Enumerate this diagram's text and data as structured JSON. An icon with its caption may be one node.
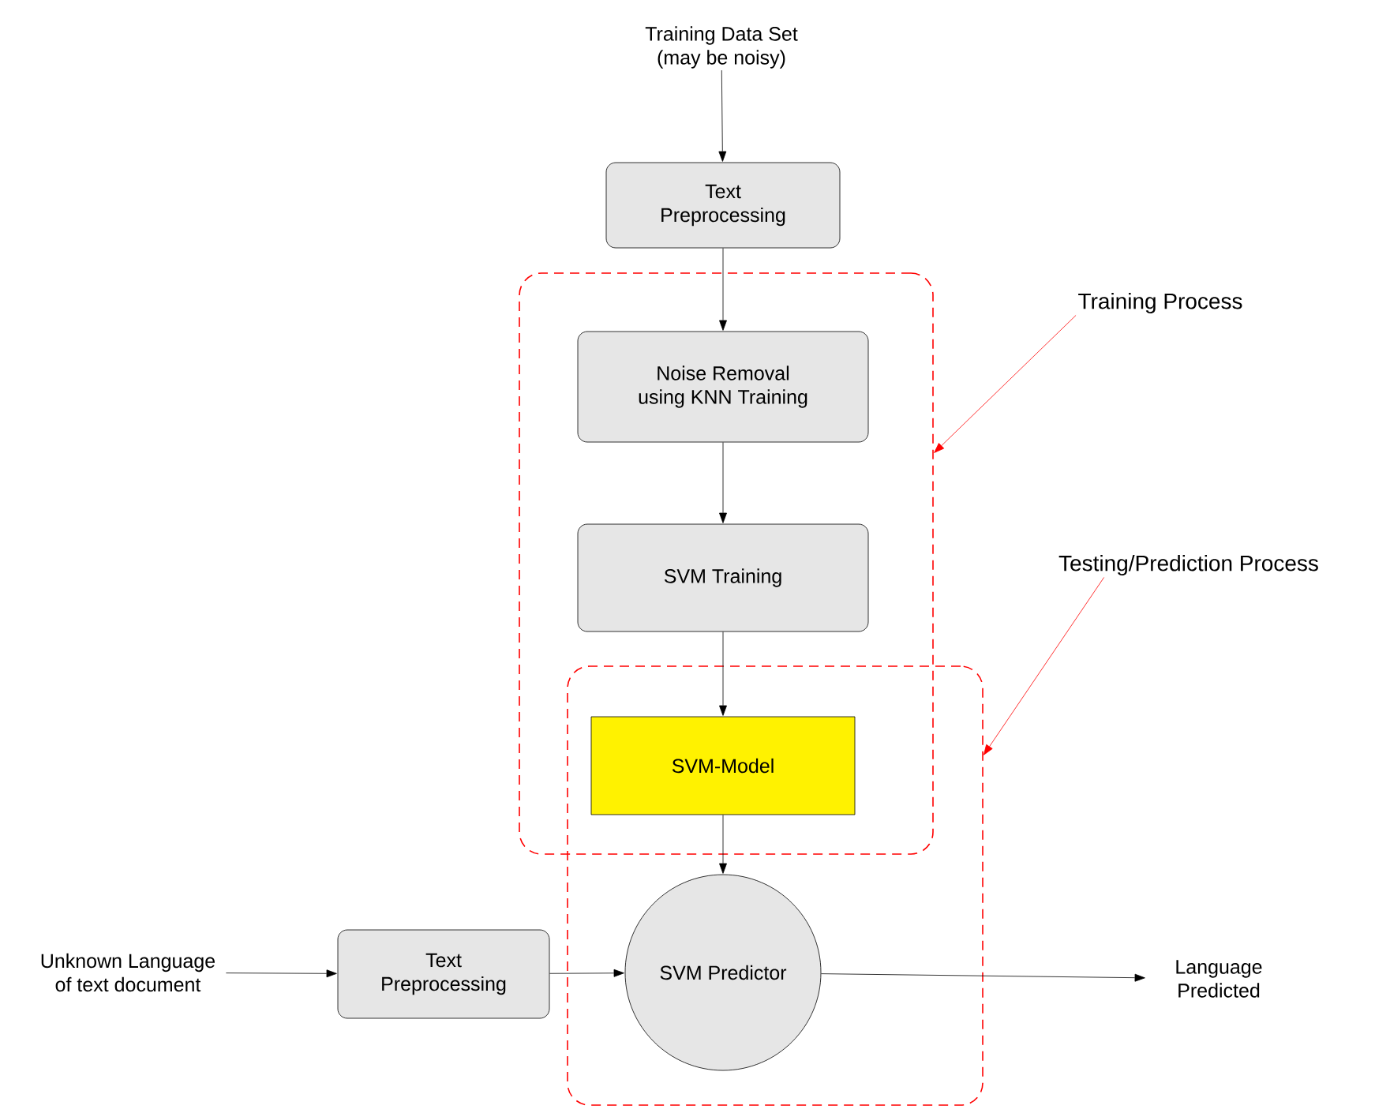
{
  "diagram": {
    "nodes": [
      {
        "text": [
          "Training Data Set (may be noisy)"
        ]
      },
      {
        "text": [
          "Text Preprocessing"
        ]
      },
      {
        "text": [],
        "shape": "box"
      },
      {
        "text": [
          "Noise Removal using KNN Training"
        ],
        "in": 2
      },
      {
        "text": [
          "SVM Training"
        ],
        "in": 2
      },
      {
        "text": [],
        "shape": "box"
      },
      {
        "text": [
          "SVM-Model"
        ]
      },
      {
        "text": [
          "SVM Predictor"
        ],
        "in": 5
      },
      {
        "text": [
          "Unknown Language of text document"
        ]
      },
      {
        "text": [
          "Text Preprocessing"
        ]
      },
      {
        "text": [
          "Language Predicted"
        ]
      },
      {
        "text": [
          "Training Process"
        ]
      },
      {
        "text": [
          "Testing/Prediction Process"
        ]
      }
    ],
    "edges": [
      {
        "from": 0,
        "to": 1,
        "arrow": "to"
      },
      {
        "from": 1,
        "to": 3,
        "arrow": "to"
      },
      {
        "from": 3,
        "to": 4,
        "arrow": "to"
      },
      {
        "from": 4,
        "to": 6,
        "arrow": "to"
      },
      {
        "from": 6,
        "to": 7,
        "arrow": "to"
      },
      {
        "from": 8,
        "to": 9,
        "arrow": "to"
      },
      {
        "from": 9,
        "to": 7,
        "arrow": "to"
      },
      {
        "from": 7,
        "to": 10,
        "arrow": "to"
      },
      {
        "from": 11,
        "to": 2,
        "arrow": "to",
        "color": "#ff0000"
      },
      {
        "from": 12,
        "to": 5,
        "arrow": "to",
        "color": "#ff0000"
      }
    ]
  }
}
